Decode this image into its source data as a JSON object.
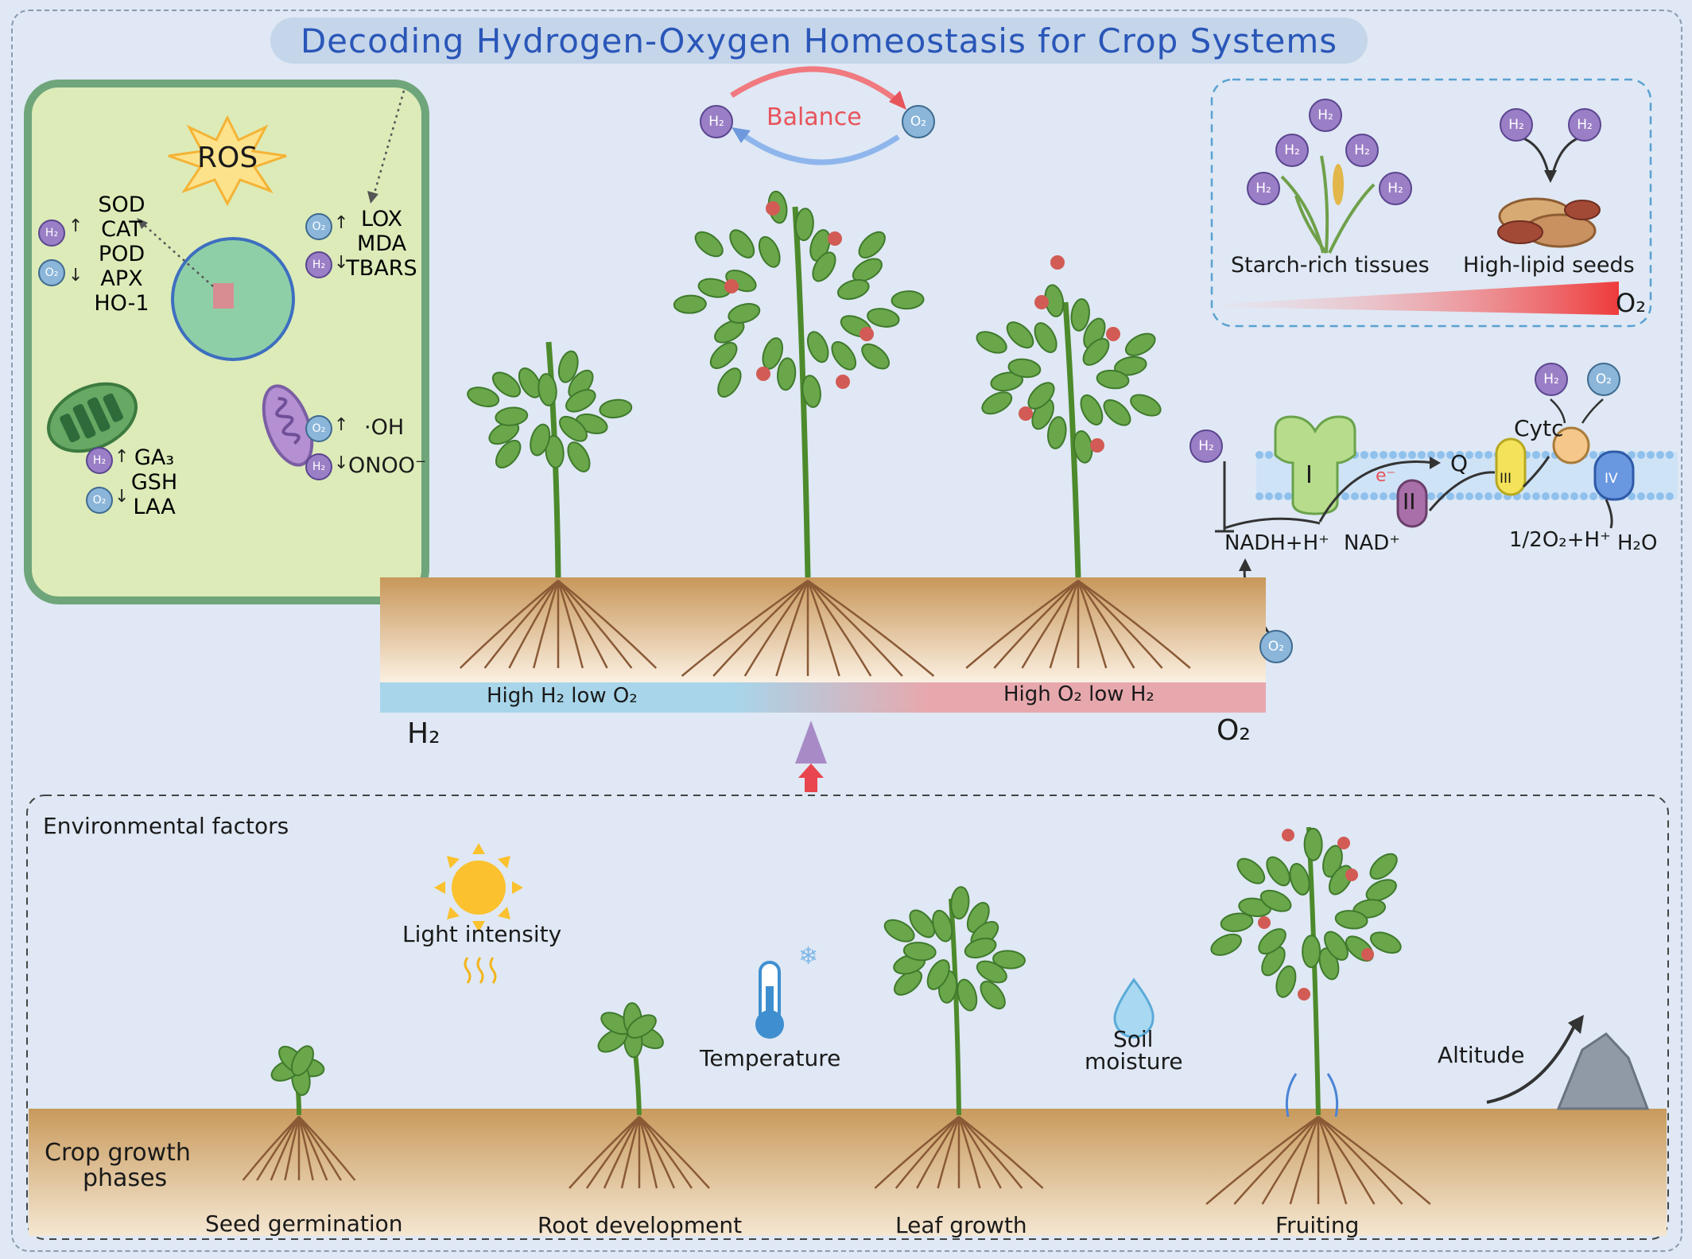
{
  "title": "Decoding Hydrogen-Oxygen Homeostasis for Crop Systems",
  "balance": {
    "label": "Balance",
    "left": "H2",
    "right": "O2"
  },
  "ros_panel": {
    "ros_label": "ROS",
    "antioxidants": [
      "SOD",
      "CAT",
      "POD",
      "APX",
      "HO-1"
    ],
    "peroxidation": [
      "LOX",
      "MDA",
      "TBARS"
    ],
    "chloroplast_items": [
      "GA₃",
      "GSH",
      "LAA"
    ],
    "mito_items": [
      "·OH",
      "ONOO⁻"
    ]
  },
  "seeds_panel": {
    "starch": "Starch-rich tissues",
    "lipid": "High-lipid seeds",
    "gradient_label": "O₂"
  },
  "etc": {
    "complex_1": "I",
    "complex_2": "II",
    "complex_3": "III",
    "complex_4": "IV",
    "q": "Q",
    "cytc": "Cytc",
    "electron": "e⁻",
    "nadh": "NADH+H⁺",
    "nad": "NAD⁺",
    "oxygen_reaction": "1/2O₂+H⁺",
    "water": "H₂O"
  },
  "soil_bar": {
    "left_zone": "High H₂ low O₂",
    "right_zone": "High O₂ low H₂",
    "left_end": "H₂",
    "right_end": "O₂"
  },
  "environment": {
    "heading": "Environmental factors",
    "factors": [
      "Light intensity",
      "Temperature",
      "Soil",
      "moisture",
      "Altitude"
    ],
    "phase_heading_1": "Crop growth",
    "phase_heading_2": "phases",
    "phases": [
      "Seed germination",
      "Root development",
      "Leaf growth",
      "Fruiting"
    ]
  },
  "colors": {
    "background": "#dfe8f4",
    "title_text": "#2a56b8",
    "cell_green": "#dcebb8",
    "soil_top": "#c9a062",
    "h2_band": "#a9d4ea",
    "o2_band": "#e7a9ad",
    "balance_red": "#e8545c"
  },
  "icons": [
    "sun-icon",
    "thermometer-icon",
    "water-drop-icon",
    "mountain-icon",
    "tomato-plant-icon",
    "wheat-icon",
    "peanut-icon",
    "chloroplast-icon",
    "mitochondrion-icon",
    "nucleus-icon"
  ]
}
